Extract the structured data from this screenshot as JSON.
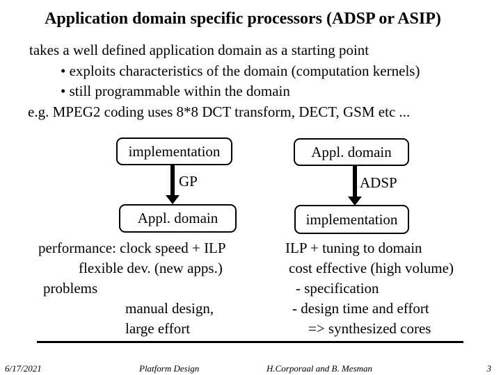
{
  "slide": {
    "title": "Application domain specific processors (ADSP or ASIP)",
    "body_lines": [
      "takes a well defined application domain as a starting point",
      "• exploits characteristics of the domain (computation kernels)",
      "• still programmable within the domain",
      "e.g. MPEG2 coding uses 8*8 DCT transform, DECT, GSM etc ..."
    ],
    "diagram": {
      "left": {
        "top_box": "implementation",
        "arrow_label": "GP",
        "bottom_box": "Appl. domain"
      },
      "right": {
        "top_box": "Appl. domain",
        "arrow_label": "ADSP",
        "bottom_box": "implementation"
      }
    },
    "notes_left": [
      "performance: clock speed + ILP",
      "flexible dev. (new apps.)",
      "problems",
      "manual design,",
      "large effort"
    ],
    "notes_right": [
      "ILP + tuning to domain",
      "cost effective (high volume)",
      "- specification",
      "- design time and effort",
      "=> synthesized cores"
    ],
    "footer": {
      "date": "6/17/2021",
      "course": "Platform Design",
      "authors": "H.Corporaal and B. Mesman",
      "page_number": "3"
    },
    "colors": {
      "text": "#000000",
      "background": "#ffffff"
    }
  }
}
